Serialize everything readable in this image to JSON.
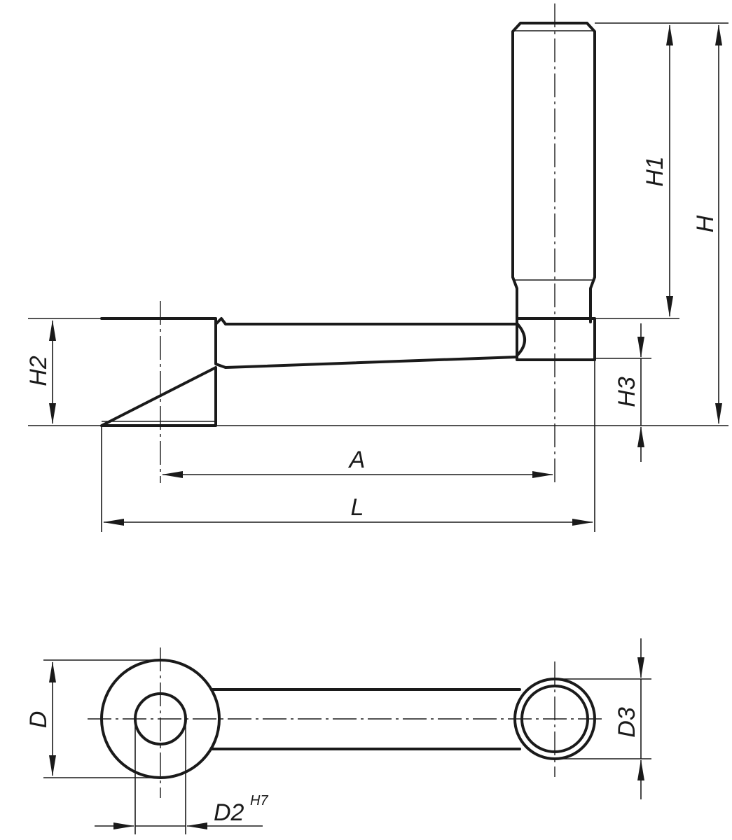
{
  "labels": {
    "A": "A",
    "L": "L",
    "H": "H",
    "H1": "H1",
    "H2": "H2",
    "H3": "H3",
    "D": "D",
    "D2": "D2",
    "D2_tolerance": "H7",
    "D3": "D3"
  }
}
